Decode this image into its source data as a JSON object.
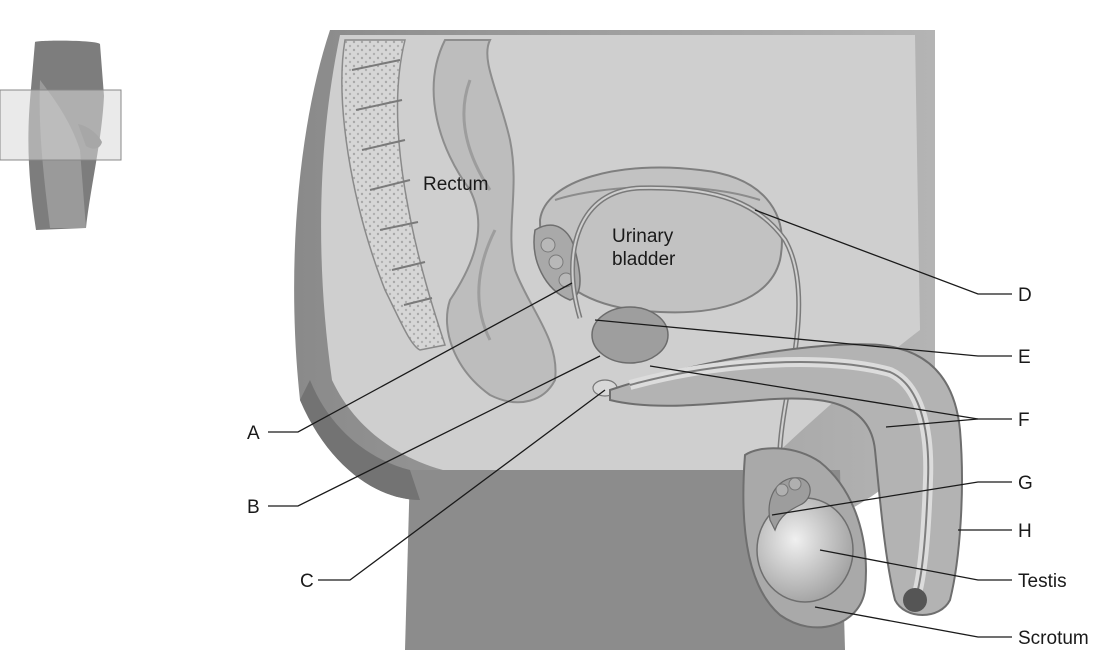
{
  "organ_labels": {
    "rectum": "Rectum",
    "bladder_line1": "Urinary",
    "bladder_line2": "bladder"
  },
  "callouts": {
    "a": "A",
    "b": "B",
    "c": "C",
    "d": "D",
    "e": "E",
    "f": "F",
    "g": "G",
    "h": "H",
    "testis": "Testis",
    "scrotum": "Scrotum"
  }
}
